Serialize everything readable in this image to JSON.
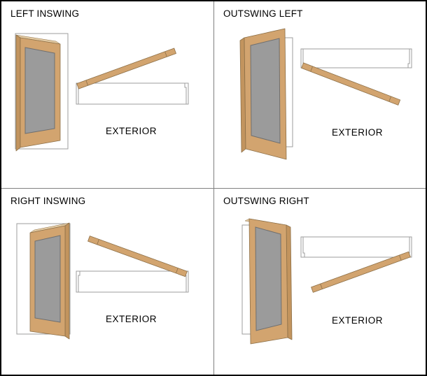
{
  "colors": {
    "background": "#ffffff",
    "border": "#000000",
    "divider": "#808080",
    "ink": "#000000",
    "wood": "#d2a46f",
    "wood_dark": "#c2945e",
    "wood_light": "#e3cba4",
    "wood_stroke": "#8d7048",
    "glass": "#9b9b9b",
    "glass_stroke": "#6f6f6f",
    "frame_stroke": "#9e9e9e"
  },
  "panels": [
    {
      "title": "LEFT INSWING",
      "exterior_label": "EXTERIOR"
    },
    {
      "title": "OUTSWING LEFT",
      "exterior_label": "EXTERIOR"
    },
    {
      "title": "RIGHT INSWING",
      "exterior_label": "EXTERIOR"
    },
    {
      "title": "OUTSWING RIGHT",
      "exterior_label": "EXTERIOR"
    }
  ]
}
